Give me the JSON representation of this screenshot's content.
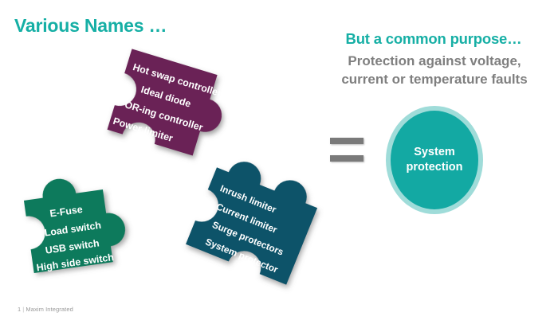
{
  "slide": {
    "background": "#FFFFFF",
    "heading_left": "Various Names …",
    "heading_right": "But a common purpose…",
    "subtitle_line1": "Protection against voltage,",
    "subtitle_line2": "current or temperature faults",
    "equals_symbol": "=",
    "footer_page": "1",
    "footer_separator": "|",
    "footer_brand": "Maxim Integrated"
  },
  "result": {
    "label": "System\nprotection",
    "line1": "System",
    "line2": "protection",
    "fill": "#13A9A3",
    "ring": "#9FDCD9"
  },
  "colors": {
    "teal": "#16AFA5",
    "gray_text": "#7F7F7F",
    "purple": "#6B2157",
    "green": "#0B7A5B",
    "blue": "#0D5369",
    "equals_bar": "#7A7A7A",
    "footer": "#9A9A9A"
  },
  "pieces": [
    {
      "id": "purple",
      "name": "hot-swap-group",
      "fill": "#6B2157",
      "rotation": 17,
      "labels": [
        "Hot swap controller",
        "Ideal diode",
        "OR-ing controller",
        "Power limiter"
      ]
    },
    {
      "id": "green",
      "name": "efuse-group",
      "fill": "#0B7A5B",
      "rotation": -8,
      "labels": [
        "E-Fuse",
        "Load switch",
        "USB switch",
        "High side switch"
      ]
    },
    {
      "id": "blue",
      "name": "limiter-group",
      "fill": "#0D5369",
      "rotation": 22,
      "labels": [
        "Inrush limiter",
        "Current limiter",
        "Surge protectors",
        "System protector"
      ]
    }
  ]
}
